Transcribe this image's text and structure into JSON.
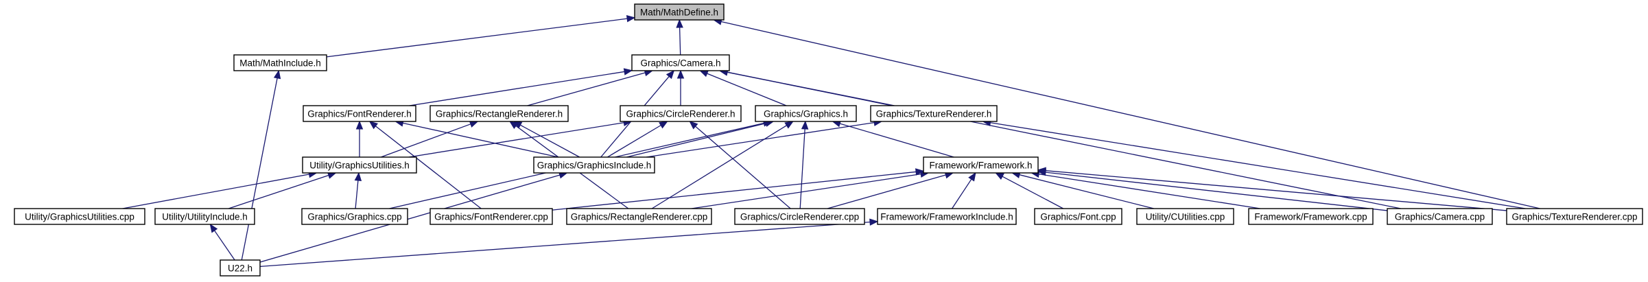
{
  "graph": {
    "title": "",
    "nodes": {
      "mathdefine": "Math/MathDefine.h",
      "mathinclude": "Math/MathInclude.h",
      "camera_h": "Graphics/Camera.h",
      "fontrenderer_h": "Graphics/FontRenderer.h",
      "rectrenderer_h": "Graphics/RectangleRenderer.h",
      "circlerenderer_h": "Graphics/CircleRenderer.h",
      "graphics_h": "Graphics/Graphics.h",
      "texturerenderer_h": "Graphics/TextureRenderer.h",
      "graphicsutilities_h": "Utility/GraphicsUtilities.h",
      "graphicsinclude_h": "Graphics/GraphicsInclude.h",
      "framework_h": "Framework/Framework.h",
      "graphicsutilities_cpp": "Utility/GraphicsUtilities.cpp",
      "utilityinclude_h": "Utility/UtilityInclude.h",
      "graphics_cpp": "Graphics/Graphics.cpp",
      "fontrenderer_cpp": "Graphics/FontRenderer.cpp",
      "rectrenderer_cpp": "Graphics/RectangleRenderer.cpp",
      "circlerenderer_cpp": "Graphics/CircleRenderer.cpp",
      "frameworkinclude_h": "Framework/FrameworkInclude.h",
      "font_cpp": "Graphics/Font.cpp",
      "cutilities_cpp": "Utility/CUtilities.cpp",
      "framework_cpp": "Framework/Framework.cpp",
      "camera_cpp": "Graphics/Camera.cpp",
      "texturerenderer_cpp": "Graphics/TextureRenderer.cpp",
      "u22_h": "U22.h"
    },
    "edges": [
      [
        "mathdefine",
        "mathinclude"
      ],
      [
        "mathdefine",
        "camera_h"
      ],
      [
        "mathdefine",
        "texturerenderer_cpp"
      ],
      [
        "mathinclude",
        "u22_h"
      ],
      [
        "camera_h",
        "fontrenderer_h"
      ],
      [
        "camera_h",
        "rectrenderer_h"
      ],
      [
        "camera_h",
        "circlerenderer_h"
      ],
      [
        "camera_h",
        "graphics_h"
      ],
      [
        "camera_h",
        "texturerenderer_h"
      ],
      [
        "camera_h",
        "graphicsinclude_h"
      ],
      [
        "camera_h",
        "camera_cpp"
      ],
      [
        "fontrenderer_h",
        "graphicsutilities_h"
      ],
      [
        "fontrenderer_h",
        "graphicsinclude_h"
      ],
      [
        "fontrenderer_h",
        "fontrenderer_cpp"
      ],
      [
        "rectrenderer_h",
        "graphicsutilities_h"
      ],
      [
        "rectrenderer_h",
        "graphicsinclude_h"
      ],
      [
        "rectrenderer_h",
        "rectrenderer_cpp"
      ],
      [
        "circlerenderer_h",
        "graphicsutilities_h"
      ],
      [
        "circlerenderer_h",
        "graphicsinclude_h"
      ],
      [
        "circlerenderer_h",
        "circlerenderer_cpp"
      ],
      [
        "graphics_h",
        "graphicsinclude_h"
      ],
      [
        "graphics_h",
        "framework_h"
      ],
      [
        "graphics_h",
        "graphics_cpp"
      ],
      [
        "graphics_h",
        "rectrenderer_cpp"
      ],
      [
        "graphics_h",
        "circlerenderer_cpp"
      ],
      [
        "texturerenderer_h",
        "graphicsinclude_h"
      ],
      [
        "texturerenderer_h",
        "texturerenderer_cpp"
      ],
      [
        "graphicsutilities_h",
        "graphicsutilities_cpp"
      ],
      [
        "graphicsutilities_h",
        "utilityinclude_h"
      ],
      [
        "graphicsutilities_h",
        "graphics_cpp"
      ],
      [
        "graphicsinclude_h",
        "u22_h"
      ],
      [
        "framework_h",
        "fontrenderer_cpp"
      ],
      [
        "framework_h",
        "rectrenderer_cpp"
      ],
      [
        "framework_h",
        "circlerenderer_cpp"
      ],
      [
        "framework_h",
        "frameworkinclude_h"
      ],
      [
        "framework_h",
        "font_cpp"
      ],
      [
        "framework_h",
        "cutilities_cpp"
      ],
      [
        "framework_h",
        "framework_cpp"
      ],
      [
        "framework_h",
        "camera_cpp"
      ],
      [
        "framework_h",
        "texturerenderer_cpp"
      ],
      [
        "utilityinclude_h",
        "u22_h"
      ],
      [
        "frameworkinclude_h",
        "u22_h"
      ]
    ],
    "colors": {
      "edge": "#191970",
      "root_fill": "#bfbfbf",
      "node_fill": "#ffffff",
      "node_border": "#000000"
    }
  }
}
